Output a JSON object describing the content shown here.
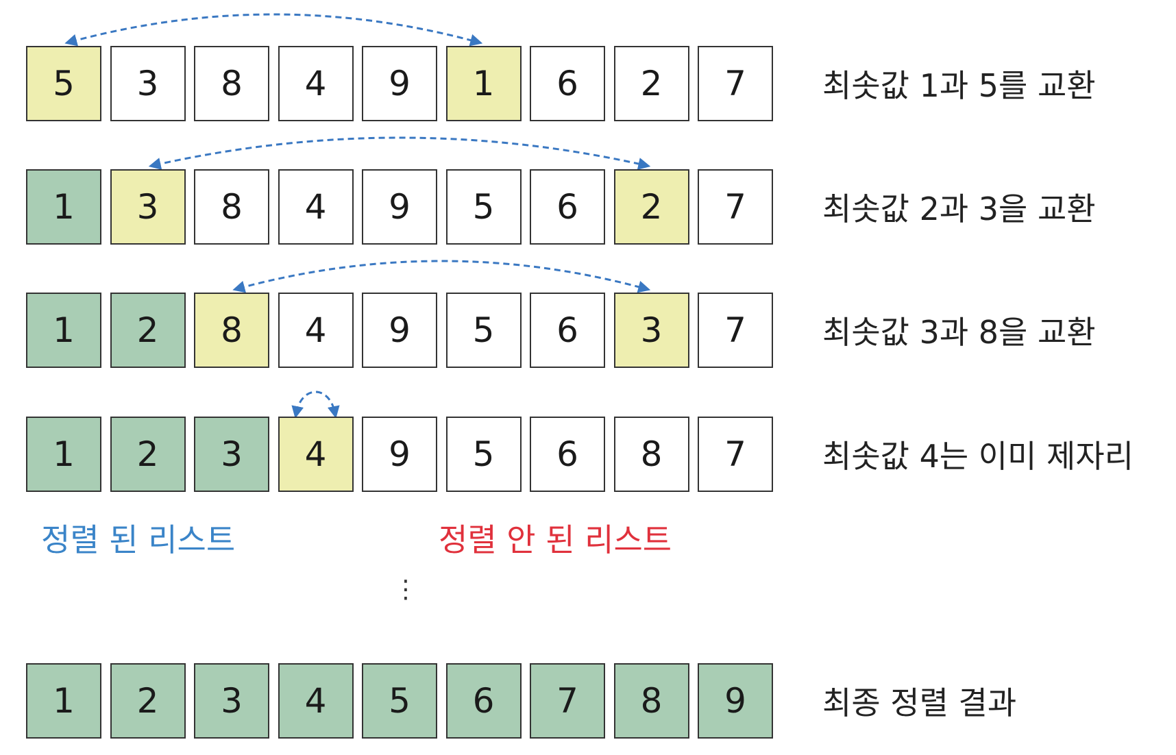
{
  "steps": [
    {
      "values": [
        5,
        3,
        8,
        4,
        9,
        1,
        6,
        2,
        7
      ],
      "sorted_count": 0,
      "swap": [
        0,
        5
      ],
      "description": "최솟값 1과 5를 교환"
    },
    {
      "values": [
        1,
        3,
        8,
        4,
        9,
        5,
        6,
        2,
        7
      ],
      "sorted_count": 1,
      "swap": [
        1,
        7
      ],
      "description": "최솟값 2과 3을 교환"
    },
    {
      "values": [
        1,
        2,
        8,
        4,
        9,
        5,
        6,
        3,
        7
      ],
      "sorted_count": 2,
      "swap": [
        2,
        7
      ],
      "description": "최솟값 3과 8을 교환"
    },
    {
      "values": [
        1,
        2,
        3,
        4,
        9,
        5,
        6,
        8,
        7
      ],
      "sorted_count": 3,
      "swap": [
        3,
        3
      ],
      "description": "최솟값 4는 이미 제자리"
    }
  ],
  "final": {
    "values": [
      1,
      2,
      3,
      4,
      5,
      6,
      7,
      8,
      9
    ],
    "description": "최종 정렬 결과"
  },
  "legend": {
    "sorted": "정렬 된 리스트",
    "unsorted": "정렬 안 된 리스트"
  },
  "ellipsis": "⋮",
  "colors": {
    "sorted_fill": "#a9cdb4",
    "swap_fill": "#eeeeb0",
    "unsorted_fill": "#ffffff",
    "arrow": "#3a78c2",
    "legend_sorted": "#3a84c8",
    "legend_unsorted": "#e0313c"
  }
}
